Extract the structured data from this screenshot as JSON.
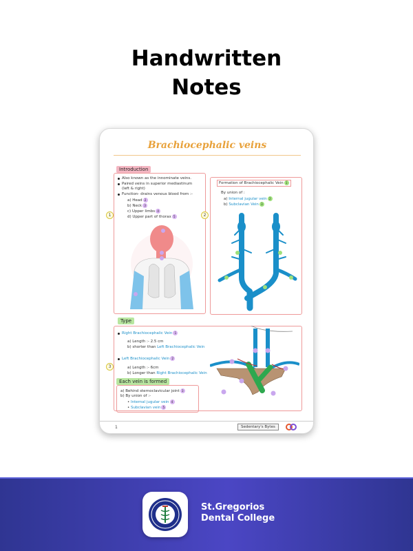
{
  "headline": {
    "line1": "Handwritten",
    "line2": "Notes"
  },
  "note": {
    "title": "Brachiocephalic veins",
    "intro": {
      "heading": "Introduction",
      "marker": "1",
      "points": [
        "Also known as the innominate veins.",
        "Paired veins in superior mediastinum",
        "(left & right)",
        "Function- drains venous blood from :-"
      ],
      "drains": [
        {
          "label": "a)  Head",
          "badge": "2"
        },
        {
          "label": "b)  Neck",
          "badge": "3"
        },
        {
          "label": "c)  Upper limbs",
          "badge": "4"
        },
        {
          "label": "d)  Upper part of thorax",
          "badge": "5"
        }
      ]
    },
    "formation": {
      "heading": "Formation of Brachiocephalic Vein",
      "heading_badge": "1",
      "marker": "2",
      "union_label": "By union of :",
      "items": [
        {
          "prefix": "a) ",
          "label": "Internal jugular vein",
          "badge": "2"
        },
        {
          "prefix": "b) ",
          "label": "Subclavian Vein",
          "badge": "3"
        }
      ]
    },
    "types": {
      "heading": "Type",
      "marker": "3",
      "right": {
        "title": "Right Brachiocephalic Vein",
        "badge": "1",
        "length": "a) Length :- 2.5 cm",
        "shorter_prefix": "b) shorter than",
        "shorter_ref": "Left Brachiocephalic Vein"
      },
      "left": {
        "title": "Left Brachiocephalic Vein",
        "badge": "2",
        "length": "a) Length :- 6cm",
        "longer_prefix": "b) Longer than",
        "longer_ref": "Right Brachiocephalic Vein"
      }
    },
    "each_vein": {
      "heading": "Each vein is formed",
      "behind": "a) Behind sternoclavicular joint",
      "badge": "3",
      "union": "b) By union of :-",
      "ijv": "Internal jugular vein",
      "ijv_badge": "4",
      "sv": "Subclavian vein",
      "sv_badge": "5"
    },
    "footer": {
      "page": "1",
      "brand": "Sedentary's Bytes"
    }
  },
  "banner": {
    "app_name_line1": "St.Gregorios",
    "app_name_line2": "Dental College"
  },
  "colors": {
    "banner": "#3a3eb0",
    "vein_blue": "#1a8fc9",
    "title_orange": "#e8a13a",
    "tag_pink": "#f4b6c2",
    "tag_green": "#b8e6a0"
  }
}
